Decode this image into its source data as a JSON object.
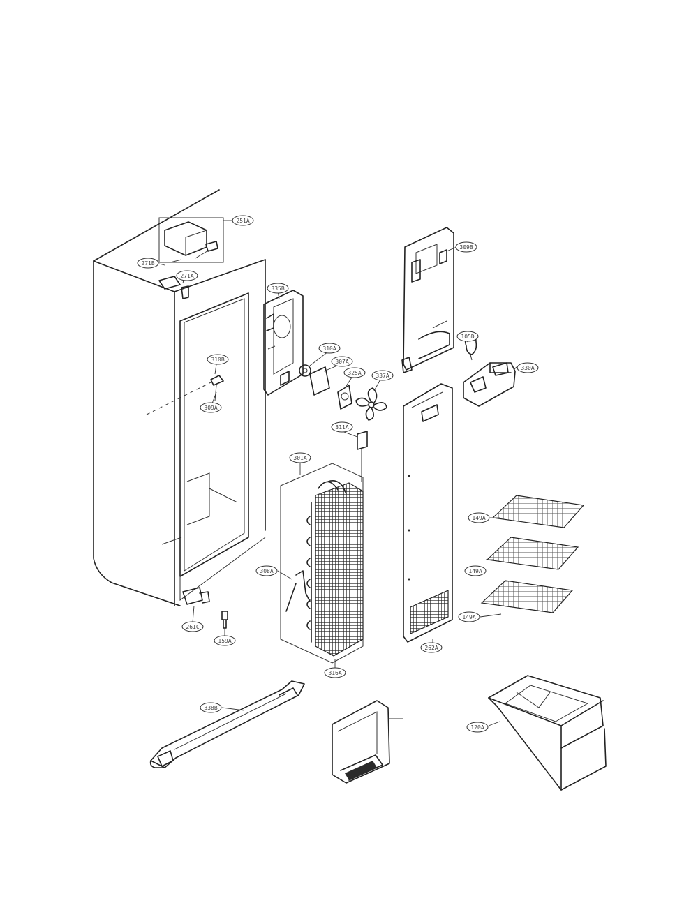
{
  "callouts": [
    {
      "id": "c-251a",
      "label": "251A"
    },
    {
      "id": "c-271b",
      "label": "271B"
    },
    {
      "id": "c-271a",
      "label": "271A"
    },
    {
      "id": "c-335b",
      "label": "335B"
    },
    {
      "id": "c-310b",
      "label": "310B"
    },
    {
      "id": "c-309a",
      "label": "309A"
    },
    {
      "id": "c-310a",
      "label": "310A"
    },
    {
      "id": "c-307a",
      "label": "307A"
    },
    {
      "id": "c-325a",
      "label": "325A"
    },
    {
      "id": "c-337a",
      "label": "337A"
    },
    {
      "id": "c-309b",
      "label": "309B"
    },
    {
      "id": "c-105d",
      "label": "105D"
    },
    {
      "id": "c-330a",
      "label": "330A"
    },
    {
      "id": "c-311a",
      "label": "311A"
    },
    {
      "id": "c-149a-1",
      "label": "149A"
    },
    {
      "id": "c-149a-2",
      "label": "149A"
    },
    {
      "id": "c-149a-3",
      "label": "149A"
    },
    {
      "id": "c-301a",
      "label": "301A"
    },
    {
      "id": "c-308a",
      "label": "308A"
    },
    {
      "id": "c-261c",
      "label": "261C"
    },
    {
      "id": "c-159a",
      "label": "159A"
    },
    {
      "id": "c-316a",
      "label": "316A"
    },
    {
      "id": "c-262a",
      "label": "262A"
    },
    {
      "id": "c-338b",
      "label": "338B"
    },
    {
      "id": "c-120a",
      "label": "120A"
    }
  ]
}
